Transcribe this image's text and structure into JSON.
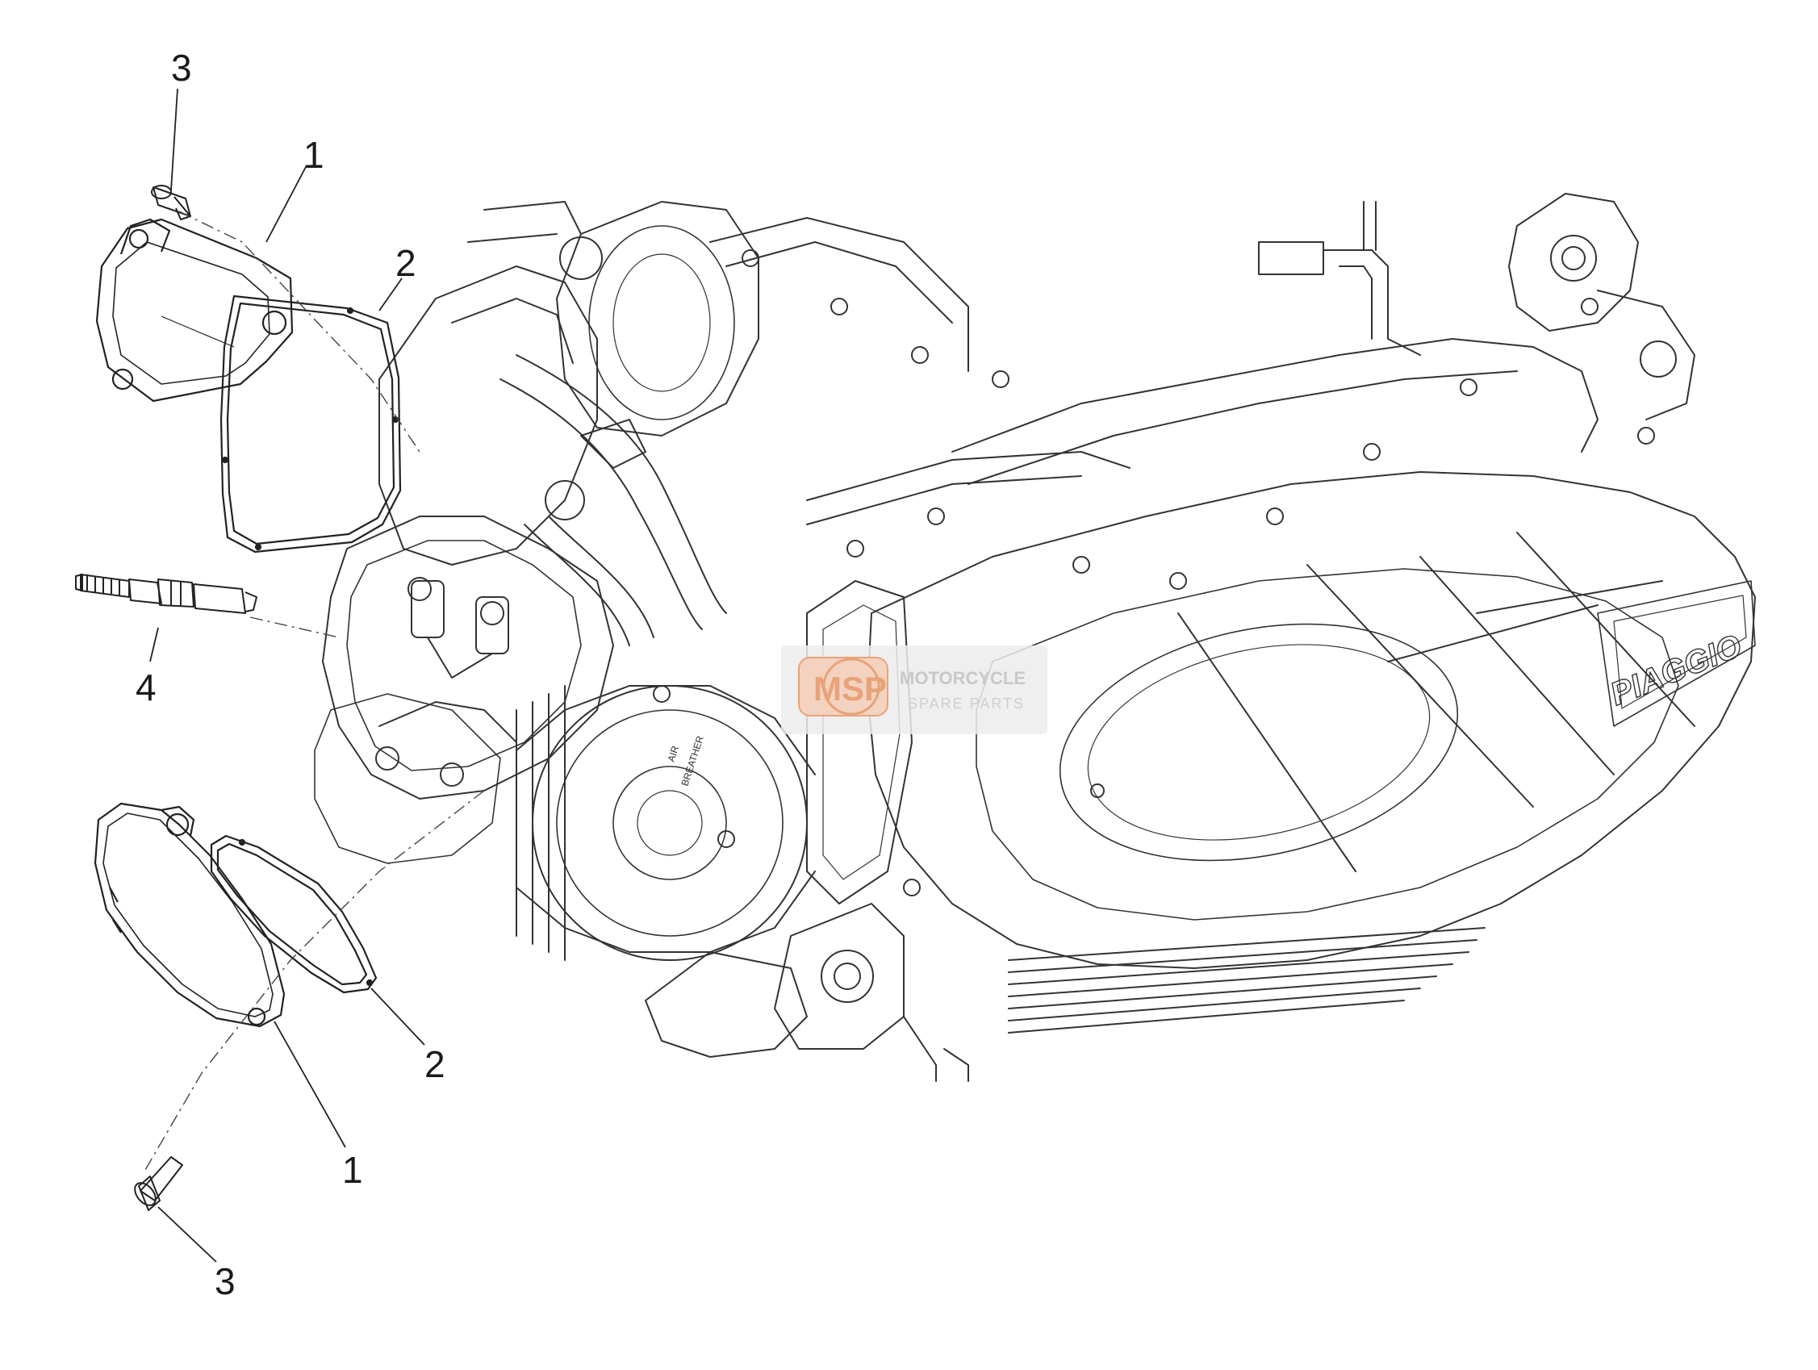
{
  "callouts": [
    {
      "label": "1"
    },
    {
      "label": "2"
    },
    {
      "label": "3"
    },
    {
      "label": "4"
    },
    {
      "label": "2"
    },
    {
      "label": "1"
    },
    {
      "label": "3"
    }
  ],
  "engine": {
    "brand": "PIAGGIO",
    "breather_line1": "AIR",
    "breather_line2": "BREATHER"
  },
  "watermark": {
    "logo": "MSP",
    "line1": "MOTORCYCLE",
    "line2": "SPARE PARTS",
    "color": "#e8a27a"
  }
}
